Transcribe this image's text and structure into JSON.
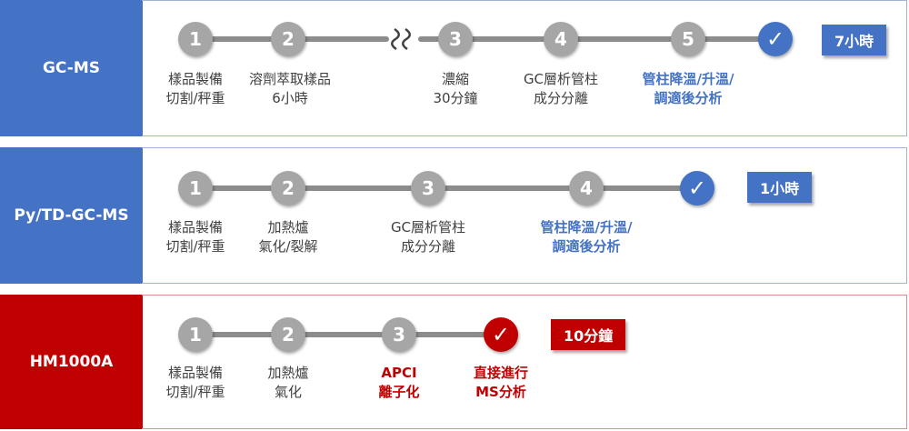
{
  "colors": {
    "blue": "#4472c4",
    "red": "#c00000",
    "gray_node": "#a6a6a6",
    "gray_line": "#8c8c8c"
  },
  "rows": [
    {
      "method": "GC-MS",
      "time": "7小時",
      "steps": [
        {
          "num": "1",
          "lines": [
            "樣品製備",
            "切割/秤重"
          ]
        },
        {
          "num": "2",
          "lines": [
            "溶劑萃取樣品",
            "6小時"
          ]
        },
        {
          "num": "3",
          "lines": [
            "濃縮",
            "30分鐘"
          ]
        },
        {
          "num": "4",
          "lines": [
            "GC層析管柱",
            "成分分離"
          ]
        },
        {
          "num": "5",
          "lines": [
            "管柱降溫/升溫/",
            "調適後分析"
          ]
        },
        {
          "num": "✓",
          "lines": []
        }
      ]
    },
    {
      "method": "Py/TD-GC-MS",
      "time": "1小時",
      "steps": [
        {
          "num": "1",
          "lines": [
            "樣品製備",
            "切割/秤重"
          ]
        },
        {
          "num": "2",
          "lines": [
            "加熱爐",
            "氣化/裂解"
          ]
        },
        {
          "num": "3",
          "lines": [
            "GC層析管柱",
            "成分分離"
          ]
        },
        {
          "num": "4",
          "lines": [
            "管柱降溫/升溫/",
            "調適後分析"
          ]
        },
        {
          "num": "✓",
          "lines": []
        }
      ]
    },
    {
      "method": "HM1000A",
      "time": "10分鐘",
      "steps": [
        {
          "num": "1",
          "lines": [
            "樣品製備",
            "切割/秤重"
          ]
        },
        {
          "num": "2",
          "lines": [
            "加熱爐",
            "氣化"
          ]
        },
        {
          "num": "3",
          "lines": [
            "APCI",
            "離子化"
          ]
        },
        {
          "num": "✓",
          "lines": [
            "直接進行",
            "MS分析"
          ]
        }
      ]
    }
  ]
}
